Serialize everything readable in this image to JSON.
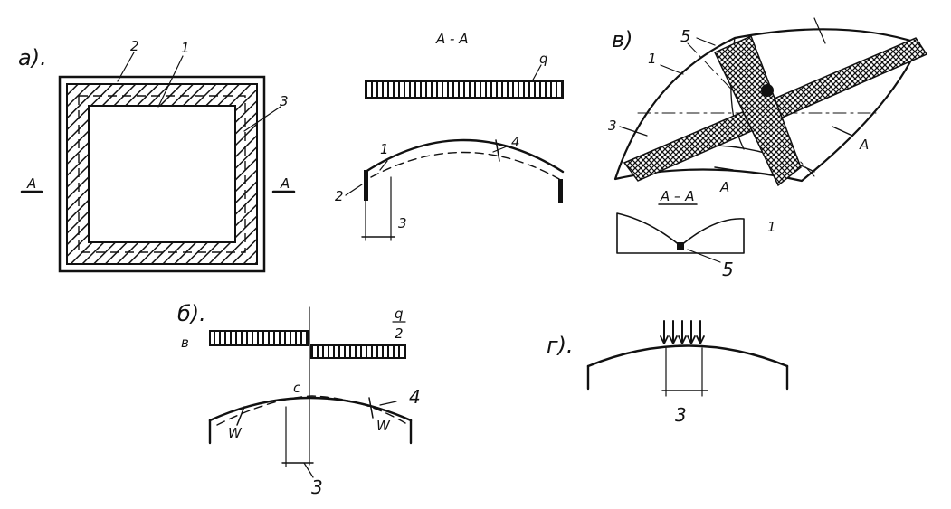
{
  "panels": {
    "a": {
      "letter": "а).",
      "labels": {
        "core": "1",
        "frame": "2",
        "wall": "3"
      },
      "section_marks": {
        "left": "А",
        "right": "А"
      }
    },
    "section_aa": {
      "title": "А - А",
      "labels": {
        "load": "q",
        "shell": "1",
        "beam": "2",
        "span": "3",
        "deflection": "4"
      }
    },
    "b": {
      "letter": "б).",
      "labels": {
        "load_left": "в",
        "load_q": "q",
        "load_half": "2",
        "point": "с",
        "deflection": "4",
        "w_left": "W",
        "w_right": "W",
        "span": "3"
      }
    },
    "v": {
      "letter": "в)",
      "labels": {
        "band": "5",
        "shell": "1",
        "edge": "3",
        "section_right": "А",
        "section_bottom": "А"
      },
      "section": {
        "title": "А – А",
        "shell": "1",
        "band": "5"
      }
    },
    "g": {
      "letter": "г).",
      "labels": {
        "span": "3"
      }
    }
  },
  "colors": {
    "ink": "#111111",
    "paper": "#ffffff"
  }
}
